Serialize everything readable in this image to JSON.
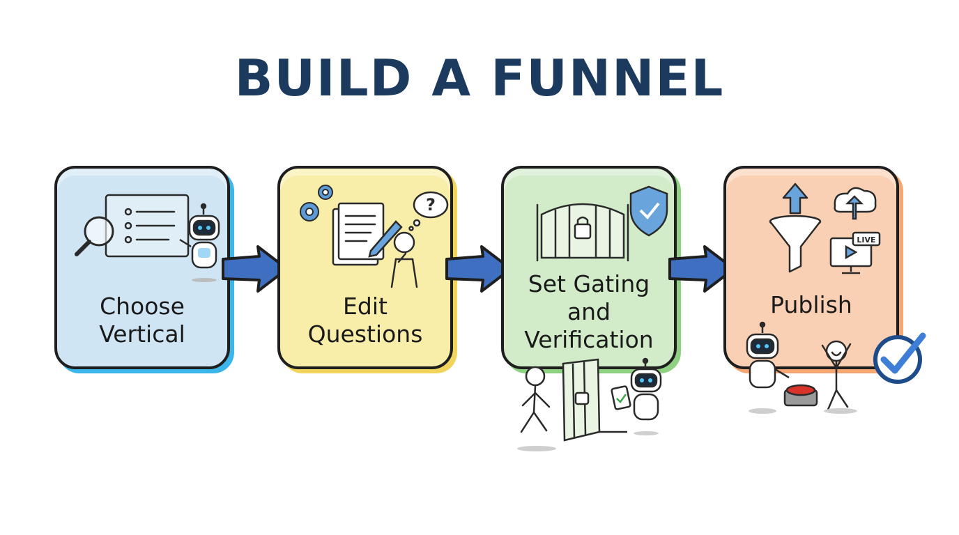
{
  "title": "BUILD A FUNNEL",
  "colors": {
    "title": "#1c3a5e",
    "arrow": "#3e6fc0",
    "outline": "#1e1e1e"
  },
  "steps": [
    {
      "lines": [
        "Choose",
        "Vertical"
      ],
      "fill": "#cfe5f4",
      "accent": "#3bb5ea",
      "icons": [
        "magnifier-icon",
        "checklist-board-icon",
        "robot-icon"
      ]
    },
    {
      "lines": [
        "Edit",
        "Questions"
      ],
      "fill": "#f8eeaa",
      "accent": "#f0d45c",
      "icons": [
        "gears-icon",
        "document-pencil-icon",
        "thinking-person-icon",
        "question-bubble-icon"
      ]
    },
    {
      "lines": [
        "Set Gating",
        "and",
        "Verification"
      ],
      "fill": "#d2ebc9",
      "accent": "#8ed183",
      "icons": [
        "gate-lock-icon",
        "shield-check-icon",
        "walking-person-icon",
        "open-gate-icon",
        "robot-tablet-icon"
      ]
    },
    {
      "lines": [
        "Publish"
      ],
      "fill": "#fad0b4",
      "accent": "#f4a673",
      "badge": "LIVE",
      "icons": [
        "funnel-upload-icon",
        "cloud-upload-icon",
        "live-monitor-icon",
        "robot-button-icon",
        "cheering-person-icon",
        "check-circle-icon"
      ]
    }
  ]
}
